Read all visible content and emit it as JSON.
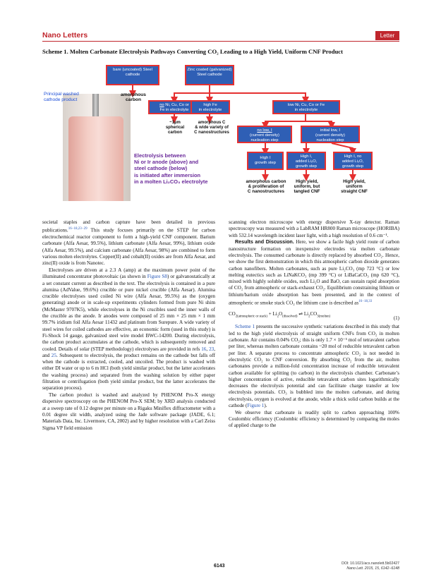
{
  "header": {
    "journal": "Nano Letters",
    "badge": "Letter"
  },
  "scheme": {
    "title": "Scheme 1. Molten Carbonate Electrolysis Pathways Converting CO₂ Leading to a High Yield, Uniform CNF Product",
    "left_label": "Principal washed\ncathode product",
    "b_bare": "bare\n(uncoated)\nSteel cathode",
    "b_zinc": "Zinc coated\n(galvanized)\nSteel cathode",
    "amorphous_carbon": "amorphous\ncarbon",
    "b_no_ni_u": "no",
    "b_no_ni": " Ni, Cu, Co or\nFe in electrolyte",
    "b_high_fe": "high Fe\nin electrolyte",
    "b_low_ni": "low Ni, Cu, Co or Fe\nin electrolyte",
    "spherical": "~1µm\nspherical\ncarbon",
    "amorphous_c_wide": "amorphous C\n& wide variety of\nC nanostructures",
    "b_no_low_u": "no low, I",
    "b_no_low": "(current density)\nnucleation step",
    "b_initial_low": "initial low, I\n(current density)\nnucleation step",
    "b_high_i_1": "High I\ngrowth step",
    "b_high_i_2": "High I,\nadded Li₂O,\ngrowth step",
    "b_high_i_3": "High I, no\nadded Li₂O,\ngrowth step",
    "electrolysis_note": "Electrolysis between\nNi or Ir anode (above) and\nsteel cathode (below)\nis initiated after immersion\nin a molten Li₂CO₃ electrolyte",
    "out_1": "amorphous carbon\n& proliferation of\nC nanostructures",
    "out_2": "High yield,\nuniform, but\ntangled CNF",
    "out_3": "High yield,\nuniform\nstraight CNF"
  },
  "left_col": {
    "p1a": "societal staples and carbon capture have been detailed in previous publications.",
    "p1_refs": "16−18,23−29",
    "p1b": " This study focuses primarily on the STEP for carbon electrochemical reactor component to form a high-yield CNF component. Barium carbonate (Alfa Aesar, 99.5%), lithium carbonate (Alfa Aesar, 99%), lithium oxide (Alfa Aesar, 99.5%), and calcium carbonate (Alfa Aesar, 98%) are combined to form various molten electrolytes. Copper(II) and cobalt(II) oxides are from Alfa Aesar, and zinc(II) oxide is from Nanotec.",
    "p2a": "Electrolyses are driven at a 2.3 A (amp) at the maximum power point of the illuminated concentrator photovoltaic (as shown in ",
    "p2_link": "Figure S8",
    "p2b": ") or galvanostatically at a set constant current as described in the text. The electrolysis is contained in a pure alumina (AdValue, 99.6%) crucible or pure nickel crucible (Alfa Aesar). Alumina crucible electrolyses used coiled Ni wire (Alfa Aesar, 99.5%) as the (oxygen generating) anode or in scale-up experiments cylinders formed from pure Ni shim (McMaster 9707K5), while electrolyses in the Ni crucibles used the inner walls of the crucible as the anode. Ir anodes were composed of 25 mm × 25 mm × 1 mm 99.7% iridium foil Alfa Aesar 11432 and platinum from Surepure. A wide variety of steel wires for coiled cathodes are effective, an economic form (used in this study) is Fi-Shock 14 gauge, galvanized steel wire model BWC-14200. During electrolysis, the carbon product accumulates at the cathode, which is subsequently removed and cooled. Details of solar (STEP methodology) electrolyses are provided in refs ",
    "p2_r1": "16",
    "p2_c1": ", ",
    "p2_r2": "23",
    "p2_c2": ", and ",
    "p2_r3": "25",
    "p2c": ". Subsequent to electrolysis, the product remains on the cathode but falls off when the cathode is extracted, cooled, and uncoiled. The product is washed with either DI water or up to 6 m HCl (both yield similar product, but the latter accelerates the washing process) and separated from the washing solution by either paper filtration or centrifugation (both yield similar product, but the latter accelerates the separation process).",
    "p3": "The carbon product is washed and analyzed by PHENOM Pro-X energy dispersive spectroscopy on the PHENOM Pro-X SEM; by XRD analysis conducted at a sweep rate of 0.12 degree per minute on a Rigaku Miniflex diffractometer with a 0.01 degree slit width, analyzed using the Jade software package (JADE, 6.1; Materials Data, Inc. Livermore, CA, 2002) and by higher resolution with a Carl Zeiss Sigma VP field emission"
  },
  "right_col": {
    "p1": "scanning electron microscope with energy dispersive X-ray detector. Raman spectroscopy was measured with a LabRAM HR800 Raman microscope (HORIBA) with 532.14 wavelength incident laser light, with a high resolution of 0.6 cm⁻¹.",
    "p2_head": "Results and Discussion.",
    "p2a": " Here, we show a facile high yield route of carbon nanostructure formation on inexpensive electrodes via molten carbonate electrolysis. The consumed carbonate is directly replaced by absorbed CO₂. Hence, we show the first demonstration in which this atmospheric carbon dioxide generates carbon nanofibers. Molten carbonates, such as pure Li₂CO₃ (mp 723 °C) or low melting eutectics such as LiNaKCO₃ (mp 399 °C) or LiBaCaCO₃ (mp 620 °C), mixed with highly soluble oxides, such Li₂O and BaO, can sustain rapid absorption of CO₂ from atmospheric or stack-exhaust CO₂. Equilibrium constraining lithium or lithium/barium oxide absorption has been presented, and in the context of atmospheric or smoke stack CO₂ the lithium case is described as",
    "p2_refs": "16−18,33",
    "eq_a": "CO",
    "eq_a_sub": "2(atmospheric or stack)",
    "eq_b": " + Li",
    "eq_b_sub": "2",
    "eq_c": "O",
    "eq_c_sub": "(dissolved)",
    "eq_d": " ⇌ Li",
    "eq_d_sub": "2",
    "eq_e": "CO",
    "eq_e_sub": "3(molten)",
    "eq_num": "(1)",
    "p3_link": "Scheme 1",
    "p3": " presents the successive synthetic variations described in this study that led to the high yield electrolysis of straight uniform CNFs from CO₂ in molten carbonate. Air contains 0.04% CO₂; this is only 1.7 × 10⁻⁵ mol of tetravalent carbon per liter, whereas molten carbonate contains ~20 mol of reducible tetravalent carbon per liter. A separate process to concentrate atmospheric CO₂ is not needed in electrolytic CO₂ to CNF conversion. By absorbing CO₂ from the air, molten carbonates provide a million-fold concentration increase of reducible tetravalent carbon available for splitting (to carbon) in the electrolysis chamber. Carbonate’s higher concentration of active, reducible tetravalent carbon sites logarithmically decreases the electrolysis potential and can facilitate charge transfer at low electrolysis potentials. CO₃ is bubbled into the molten carbonate, and during electrolysis, oxygen is evolved at the anode, while a thick solid carbon builds at the cathode (",
    "p3_link2": "Figure 1",
    "p3b": ").",
    "p4": "We observe that carbonate is readily split to carbon approaching 100% Coulombic efficiency (Coulombic efficiency is determined by comparing the moles of applied charge to the"
  },
  "footer": {
    "page": "6143",
    "doi": "DOI: 10.1021/acs.nanolett.5b02427",
    "citation": "Nano Lett. 2015, 15, 6142−6148"
  }
}
